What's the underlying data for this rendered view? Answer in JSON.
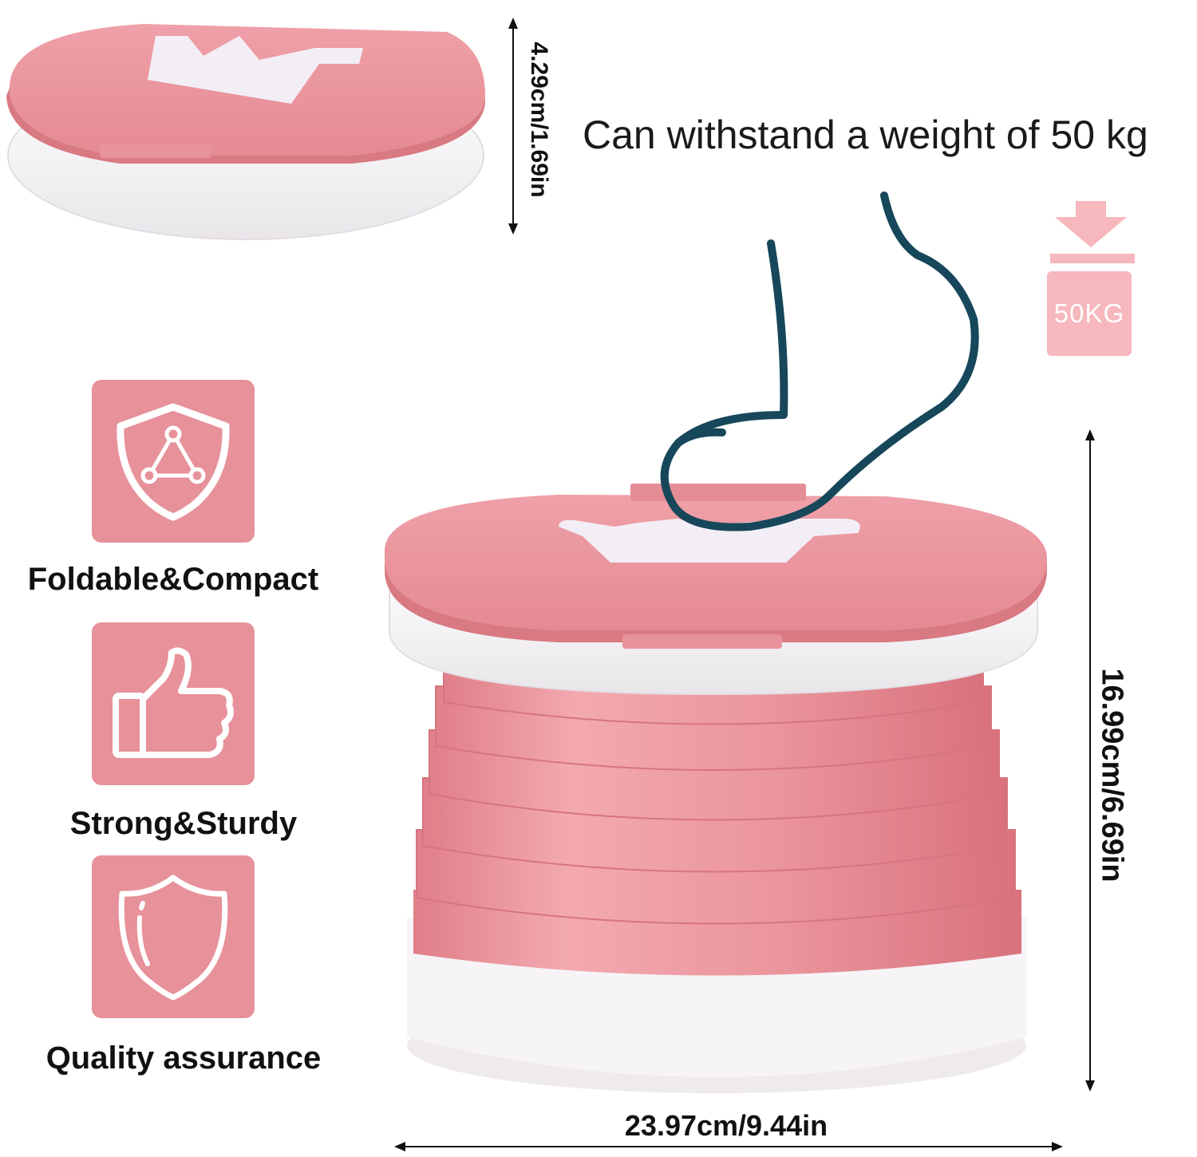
{
  "headline": "Can withstand a weight of 50 kg",
  "weight_badge": "50KG",
  "dimensions": {
    "folded_height": "4.29cm/1.69in",
    "expanded_height": "16.99cm/6.69in",
    "width": "23.97cm/9.44in"
  },
  "features": [
    {
      "label": "Foldable&Compact",
      "icon": "shield-triangle-icon"
    },
    {
      "label": "Strong&Sturdy",
      "icon": "thumbs-up-icon"
    },
    {
      "label": "Quality assurance",
      "icon": "shield-icon"
    }
  ],
  "colors": {
    "pink": "#eb98a0",
    "pink_dark": "#e48790",
    "tile": "#e7919a",
    "white_body": "#f4f2f4",
    "foot_outline": "#17475a",
    "weight_pink": "#f6b7bd"
  }
}
